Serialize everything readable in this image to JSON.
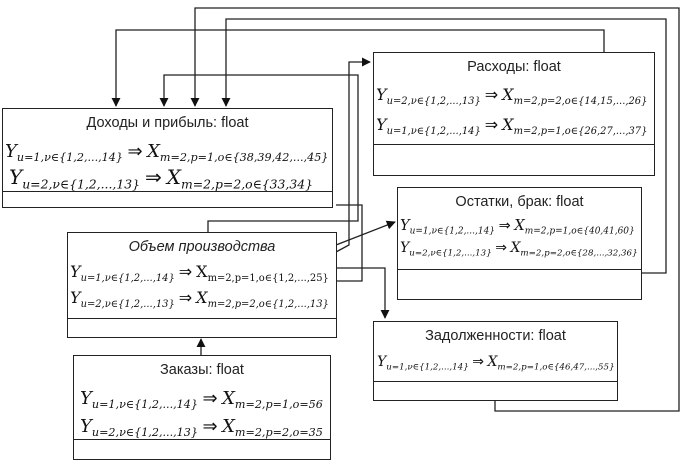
{
  "diagram": {
    "nodes": {
      "income": {
        "title": "Доходы и прибыль: float",
        "rows": [
          {
            "lhs": "Y",
            "lhs_sub": "u=1,ν∈{1,2,...,14}",
            "rhs": "X",
            "rhs_sub": "m=2,p=1,o∈{38,39,42,...,45}"
          },
          {
            "lhs": "Y",
            "lhs_sub": "u=2,ν∈{1,2,...,13}",
            "rhs": "X",
            "rhs_sub": "m=2,p=2,o∈{33,34}"
          }
        ]
      },
      "expenses": {
        "title": "Расходы: float",
        "rows": [
          {
            "lhs": "Y",
            "lhs_sub": "u=2,ν∈{1,2,...,13}",
            "rhs": "X",
            "rhs_sub": "m=2,p=2,o∈{14,15,...,26}"
          },
          {
            "lhs": "Y",
            "lhs_sub": "u=1,ν∈{1,2,...,14}",
            "rhs": "X",
            "rhs_sub": "m=2,p=1,o∈{26,27,...,37}"
          }
        ]
      },
      "remnants": {
        "title": "Остатки, брак: float",
        "rows": [
          {
            "lhs": "Y",
            "lhs_sub": "u=1,ν∈{1,2,...,14}",
            "rhs": "X",
            "rhs_sub": "m=2,p=1,o∈{40,41,60}"
          },
          {
            "lhs": "Y",
            "lhs_sub": "u=2,ν∈{1,2,...,13}",
            "rhs": "X",
            "rhs_sub": "m=2,p=2,o∈{28,...,32,36}"
          }
        ]
      },
      "production": {
        "title": "Объем производства",
        "rows": [
          {
            "lhs": "Y",
            "lhs_sub": "u=1,ν∈{1,2,...,14}",
            "rhs": "X",
            "rhs_sub": "m=2,p=1,o∈{1,2,...,25}"
          },
          {
            "lhs": "Y",
            "lhs_sub": "u=2,ν∈{1,2,...,13}",
            "rhs": "X",
            "rhs_sub": "m=2,p=2,o∈{1,2,...,13}"
          }
        ]
      },
      "debts": {
        "title": "Задолженности: float",
        "rows": [
          {
            "lhs": "Y",
            "lhs_sub": "u=1,ν∈{1,2,...,14}",
            "rhs": "X",
            "rhs_sub": "m=2,p=1,o∈{46,47,...,55}"
          }
        ]
      },
      "orders": {
        "title": "Заказы: float",
        "rows": [
          {
            "lhs": "Y",
            "lhs_sub": "u=1,ν∈{1,2,...,14}",
            "rhs": "X",
            "rhs_sub": "m=2,p=1,o=56"
          },
          {
            "lhs": "Y",
            "lhs_sub": "u=2,ν∈{1,2,...,13}",
            "rhs": "X",
            "rhs_sub": "m=2,p=2,o=35"
          }
        ]
      }
    },
    "arrow_symbol": "⇒",
    "edges": [
      {
        "from": "orders",
        "to": "production"
      },
      {
        "from": "production",
        "to": "expenses"
      },
      {
        "from": "production",
        "to": "remnants"
      },
      {
        "from": "production",
        "to": "debts"
      },
      {
        "from": "production",
        "to": "income"
      },
      {
        "from": "expenses",
        "to": "income"
      },
      {
        "from": "remnants",
        "to": "income"
      },
      {
        "from": "debts",
        "to": "income"
      }
    ]
  }
}
